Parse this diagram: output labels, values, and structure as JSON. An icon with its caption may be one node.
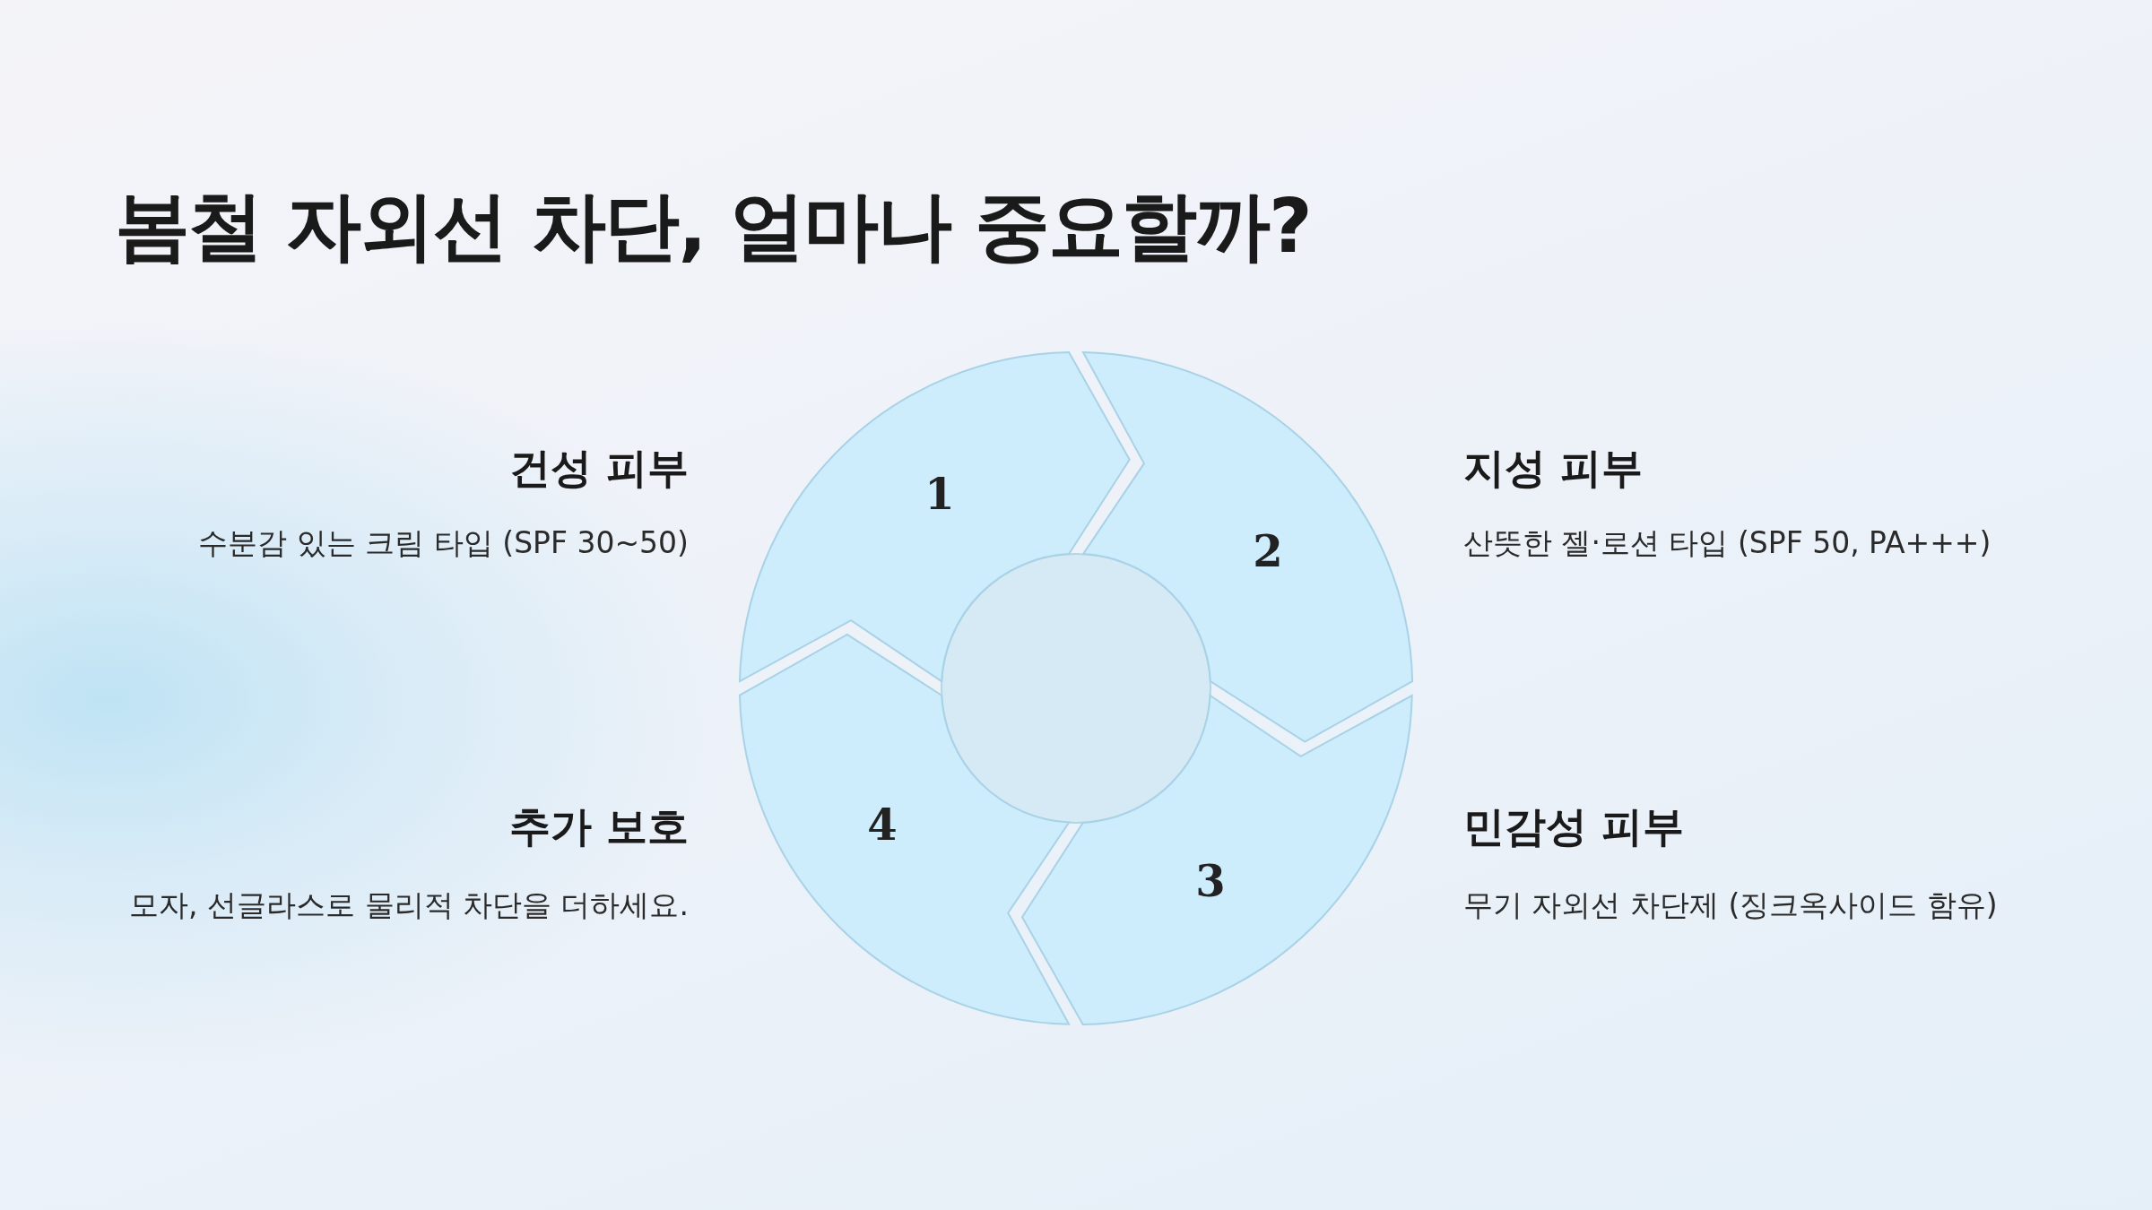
{
  "diagram": {
    "title": "봄철 자외선 차단, 얼마나 중요할까?",
    "nodes": [
      {
        "text": [
          "1"
        ],
        "beside": [
          "건성 피부",
          "수분감 있는 크림 타입 (SPF 30~50)"
        ]
      },
      {
        "text": [
          "2"
        ],
        "beside": [
          "지성 피부",
          "산뜻한 젤·로션 타입 (SPF 50, PA+++)"
        ]
      },
      {
        "text": [
          "3"
        ],
        "beside": [
          "민감성 피부",
          "무기 자외선 차단제 (징크옥사이드 함유)"
        ]
      },
      {
        "text": [
          "4"
        ],
        "beside": [
          "추가 보호",
          "모자, 선글라스로 물리적 차단을 더하세요."
        ]
      },
      {
        "text": [],
        "shape": "circle"
      }
    ],
    "edges": []
  }
}
